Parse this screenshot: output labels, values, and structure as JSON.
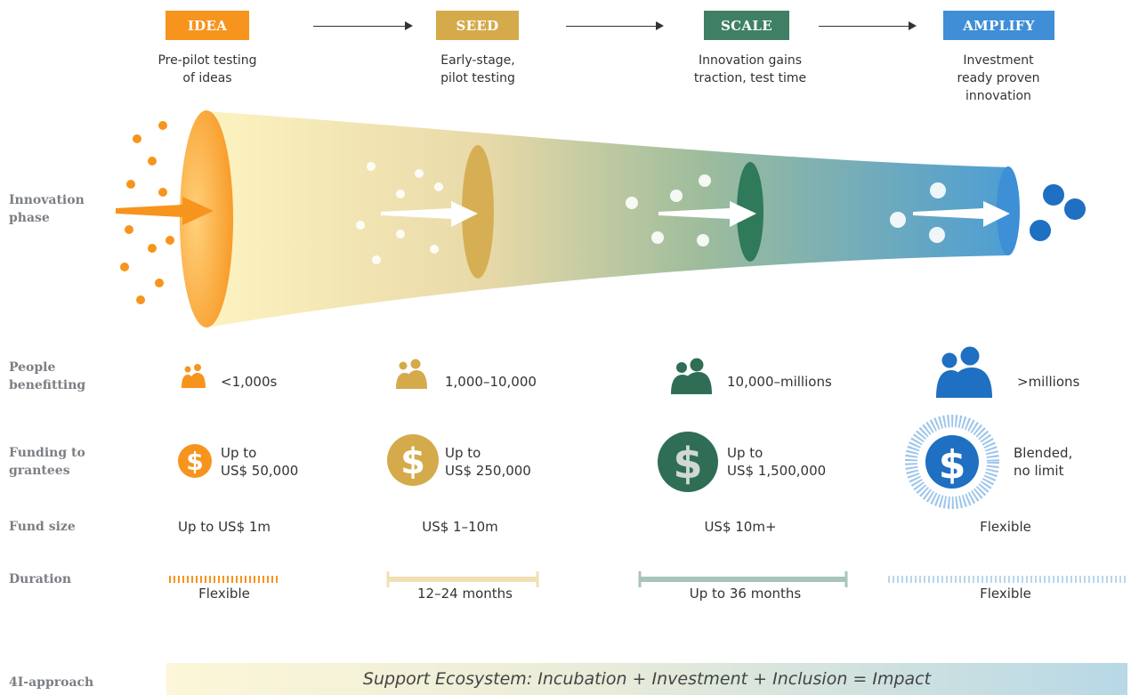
{
  "stages": [
    {
      "label": "IDEA",
      "color": "#f7941d",
      "desc_lines": [
        "Pre-pilot testing",
        "of ideas"
      ]
    },
    {
      "label": "SEED",
      "color": "#d4aa4b",
      "desc_lines": [
        "Early-stage,",
        "pilot testing"
      ]
    },
    {
      "label": "SCALE",
      "color": "#3f8065",
      "desc_lines": [
        "Innovation gains",
        "traction, test time"
      ]
    },
    {
      "label": "AMPLIFY",
      "color": "#3f8ed6",
      "desc_lines": [
        "Investment",
        "ready proven",
        "innovation"
      ]
    }
  ],
  "row_labels": {
    "innovation_phase": [
      "Innovation",
      "phase"
    ],
    "people": [
      "People",
      "benefitting"
    ],
    "funding": [
      "Funding to",
      "grantees"
    ],
    "fund_size": "Fund size",
    "duration": "Duration",
    "approach": "4I-approach"
  },
  "people": [
    "<1,000s",
    "1,000–10,000",
    "10,000–millions",
    ">millions"
  ],
  "funding": [
    [
      "Up to",
      "US$ 50,000"
    ],
    [
      "Up to",
      "US$ 250,000"
    ],
    [
      "Up to",
      "US$ 1,500,000"
    ],
    [
      "Blended,",
      "no limit"
    ]
  ],
  "fund_size": [
    "Up to US$ 1m",
    "US$ 1–10m",
    "US$ 10m+",
    "Flexible"
  ],
  "duration": [
    "Flexible",
    "12–24 months",
    "Up to 36 months",
    "Flexible"
  ],
  "ecosystem": "Support Ecosystem: Incubation + Investment + Inclusion = Impact",
  "icons": {
    "people": "people-icon",
    "funding": "dollar-coin-icon",
    "flow": "arrow-icon"
  }
}
